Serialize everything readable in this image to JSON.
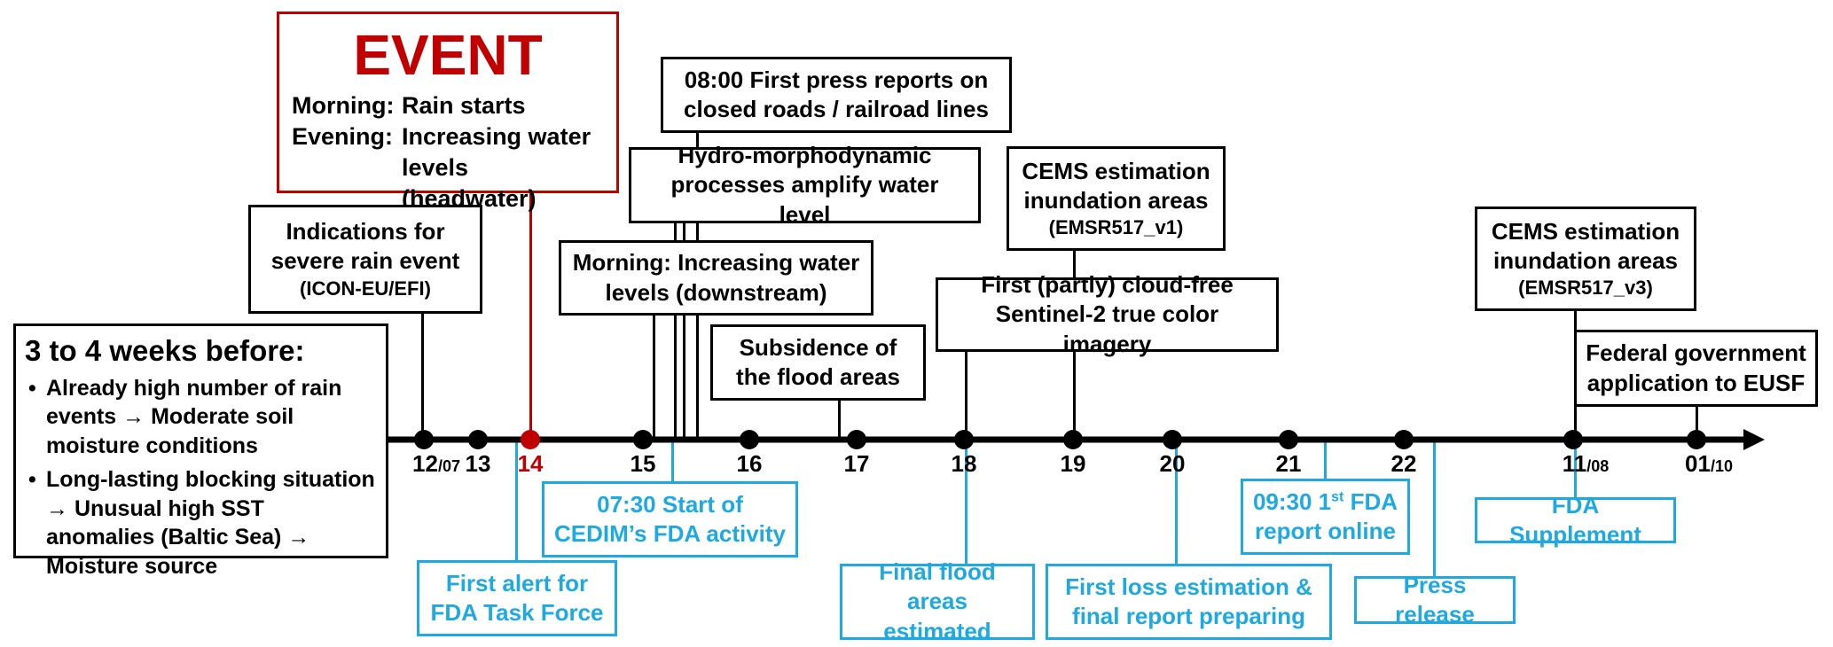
{
  "timeline": {
    "ticks": [
      {
        "label": "12",
        "suffix": "/07"
      },
      {
        "label": "13",
        "suffix": ""
      },
      {
        "label": "14",
        "suffix": ""
      },
      {
        "label": "15",
        "suffix": ""
      },
      {
        "label": "16",
        "suffix": ""
      },
      {
        "label": "17",
        "suffix": ""
      },
      {
        "label": "18",
        "suffix": ""
      },
      {
        "label": "19",
        "suffix": ""
      },
      {
        "label": "20",
        "suffix": ""
      },
      {
        "label": "21",
        "suffix": ""
      },
      {
        "label": "22",
        "suffix": ""
      },
      {
        "label": "11",
        "suffix": "/08"
      },
      {
        "label": "01",
        "suffix": "/10"
      }
    ],
    "colors": {
      "axis": "#000000",
      "event": "#c00000",
      "fda": "#1ea9e1"
    }
  },
  "before": {
    "title": "3 to 4 weeks before:",
    "bullets": [
      "Already high number of rain events → Moderate soil moisture conditions",
      "Long-lasting blocking situation → Unusual high SST anomalies (Baltic Sea) → Moisture source"
    ]
  },
  "event": {
    "title": "EVENT",
    "morning_key": "Morning:",
    "morning_val": "Rain starts",
    "evening_key": "Evening:",
    "evening_val": "Increasing water levels (headwater)"
  },
  "black_boxes": {
    "indications": {
      "text": "Indications for severe rain event",
      "sub": "(ICON-EU/EFI)"
    },
    "press_reports": "08:00 First press reports on closed roads / railroad lines",
    "hydro": "Hydro-morphodynamic processes amplify water level",
    "morning_downstream": "Morning: Increasing water levels (downstream)",
    "subsidence": "Subsidence of the flood areas",
    "cems_v1": {
      "text": "CEMS estimation inundation areas",
      "sub": "(EMSR517_v1)"
    },
    "sentinel": "First (partly) cloud-free Sentinel-2 true color imagery",
    "cems_v3": {
      "text": "CEMS estimation inundation areas",
      "sub": "(EMSR517_v3)"
    },
    "federal": "Federal government application to EUSF"
  },
  "blue_boxes": {
    "first_alert": "First alert for FDA Task Force",
    "start_cedim": "07:30 Start of CEDIM’s FDA activity",
    "final_flood": "Final flood areas estimated",
    "loss_estimation": "First loss estimation & final report preparing",
    "fda_report_time": "09:30 1",
    "fda_report_sup": "st",
    "fda_report_rest": " FDA",
    "fda_report_line2": "report online",
    "press_release": "Press release",
    "fda_supplement": "FDA Supplement"
  }
}
